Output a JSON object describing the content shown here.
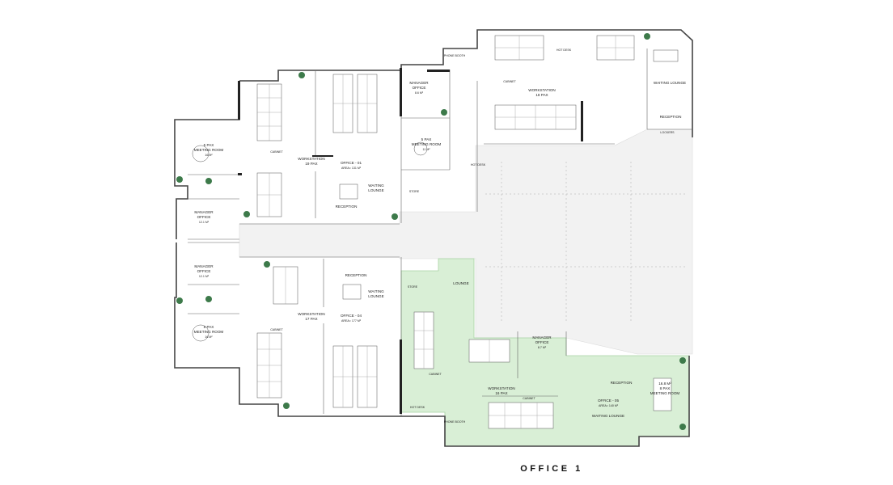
{
  "title": "OFFICE 1",
  "colors": {
    "highlight_fill": "#d9efd6",
    "highlight_stroke": "#a8d3a4",
    "corridor": "#f2f2f2",
    "wall": "#444444",
    "plant": "#3d7a4a"
  },
  "labels": {
    "office01": {
      "name": "OFFICE - 01",
      "area": "AREA= 131 M²"
    },
    "office04": {
      "name": "OFFICE - 04",
      "area": "AREA= 177 M²"
    },
    "office05": {
      "name": "OFFICE - 05",
      "area": "AREA= 140 M²"
    },
    "ws19": {
      "name": "WORKSTATION",
      "pax": "19 PAX"
    },
    "ws17": {
      "name": "WORKSTATION",
      "pax": "17 PAX"
    },
    "ws18": {
      "name": "WORKSTATION",
      "pax": "18 PAX"
    },
    "ws16": {
      "name": "WORKSTATION",
      "pax": "16 PAX"
    },
    "meet_top": {
      "name": "5 PAX",
      "sub": "MEETING ROOM",
      "area": "16 M²"
    },
    "meet_bottom": {
      "name": "5 PAX",
      "sub": "MEETING ROOM",
      "area": "16 M²"
    },
    "meet_center": {
      "name": "5 PAX",
      "sub": "MEETING ROOM",
      "area": "11 M²"
    },
    "meet_right": {
      "name": "16.8 M²",
      "sub": "8 PAX",
      "area": "MEETING ROOM"
    },
    "mgr_top": {
      "name": "MANAGER",
      "sub": "OFFICE",
      "area": "12.1 M²"
    },
    "mgr_bottom": {
      "name": "MANAGER",
      "sub": "OFFICE",
      "area": "12.1 M²"
    },
    "mgr_center": {
      "name": "MANAGER",
      "sub": "OFFICE",
      "area": "8.6 M²"
    },
    "mgr_green": {
      "name": "MANAGER",
      "sub": "OFFICE",
      "area": "8.7 M²"
    },
    "reception": "RECEPTION",
    "waiting": "WAITING",
    "lounge": "LOUNGE",
    "waiting_lounge": "WAITING LOUNGE",
    "store": "STORE",
    "cabinet": "CABINET",
    "hot_desk": "HOT DESK",
    "phone_booth": "PHONE BOOTH",
    "lockers": "LOCKERS"
  }
}
